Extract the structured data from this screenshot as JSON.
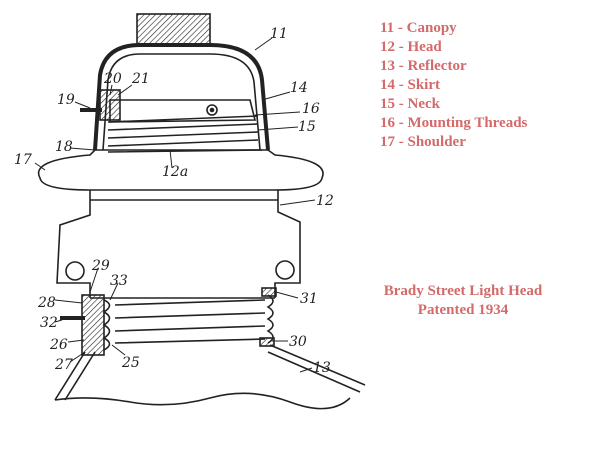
{
  "legend": [
    "11 - Canopy",
    "12 - Head",
    "13 - Reflector",
    "14 - Skirt",
    "15 - Neck",
    "16 - Mounting Threads",
    "17 - Shoulder"
  ],
  "caption": {
    "title": "Brady Street Light Head",
    "subtitle": "Patented 1934"
  },
  "part_labels": {
    "l11": "11",
    "l14": "14",
    "l16": "16",
    "l15": "15",
    "l19": "19",
    "l20": "20",
    "l21": "21",
    "l18": "18",
    "l17": "17",
    "l12a": "12a",
    "l12": "12",
    "l29": "29",
    "l33": "33",
    "l28": "28",
    "l32": "32",
    "l26": "26",
    "l27": "27",
    "l25": "25",
    "l31": "31",
    "l30": "30",
    "l13": "13"
  },
  "colors": {
    "legend": "#d46a6a"
  }
}
